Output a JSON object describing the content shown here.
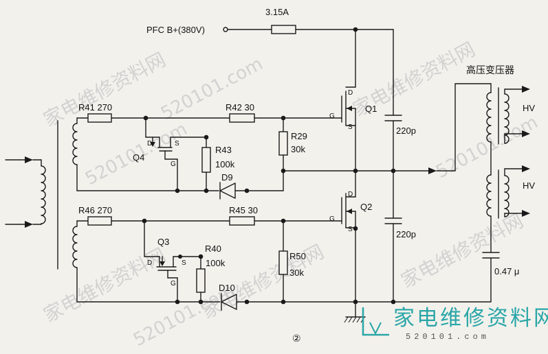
{
  "labels": {
    "pfc": "PFC B+(380V)",
    "fuse": "3.15A",
    "transformer": "高压变压器",
    "hv_top": "HV",
    "hv_bottom": "HV",
    "q1": "Q1",
    "q2": "Q2",
    "q3": "Q3",
    "q4": "Q4",
    "r41": "R41 270",
    "r42": "R42 30",
    "r43": "R43",
    "r43_val": "100k",
    "r29": "R29",
    "r29_val": "30k",
    "r46": "R46 270",
    "r45": "R45 30",
    "r40": "R40",
    "r40_val": "100k",
    "r50": "R50",
    "r50_val": "30k",
    "d9": "D9",
    "d10": "D10",
    "c_top": "220p",
    "c_bottom": "220p",
    "c_out": "0.47 μ",
    "pin_d": "D",
    "pin_g": "G",
    "pin_s": "S",
    "figure_number": "②"
  },
  "watermark": {
    "logo_text": "家电维修资料网",
    "url_text": "520101.com",
    "diag_text_1": "家电维修资料网",
    "diag_text_2": "520101.com",
    "logo_color": "#2aa6a8"
  }
}
